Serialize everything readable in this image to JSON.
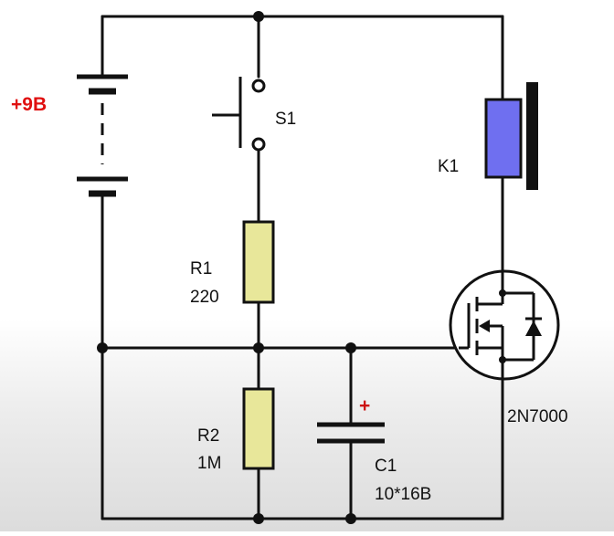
{
  "colors": {
    "wire": "#111111",
    "battery_label": "#e01010",
    "resistor_fill": "#e8e79a",
    "relay_fill": "#6f6ff0",
    "polarity_plus": "#cc1111"
  },
  "battery": {
    "label": "+9B"
  },
  "switch": {
    "label": "S1"
  },
  "relay": {
    "label": "K1"
  },
  "r1": {
    "name": "R1",
    "value": "220"
  },
  "r2": {
    "name": "R2",
    "value": "1M"
  },
  "c1": {
    "name": "C1",
    "value": "10*16B",
    "polarity": "+"
  },
  "transistor": {
    "label": "2N7000"
  }
}
